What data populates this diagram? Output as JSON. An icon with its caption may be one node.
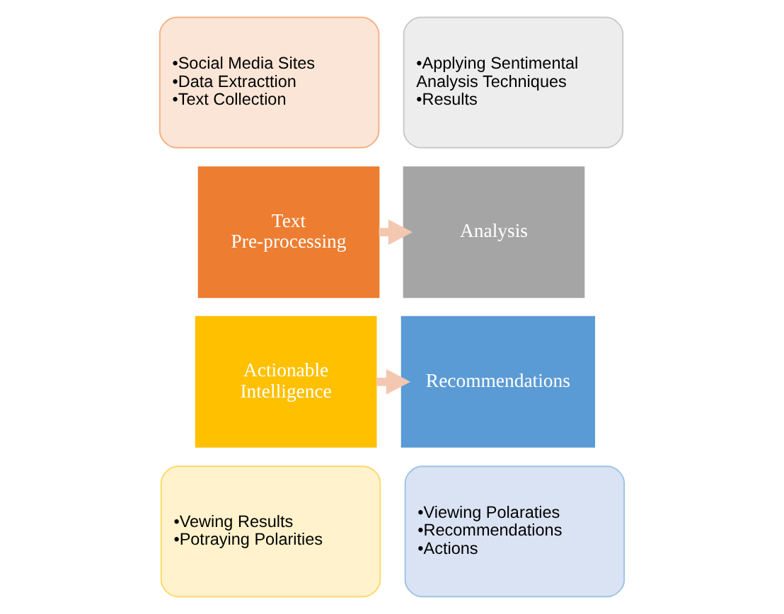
{
  "diagram": {
    "nodes": [
      {
        "text": [
          "•Social Media Sites",
          "•Data Extracttion",
          "•Text Collection"
        ]
      },
      {
        "text": [
          "•Applying Sentimental Analysis Techniques",
          "•Results"
        ]
      },
      {
        "text": [
          "Text Pre-processing"
        ]
      },
      {
        "text": [
          "Analysis"
        ]
      },
      {
        "text": [
          "Recommendations"
        ]
      },
      {
        "text": [
          "Actionable Intelligence"
        ]
      },
      {
        "text": [
          "•Viewing Polaraties",
          "•Recommendations",
          "•Actions"
        ]
      },
      {
        "text": [
          "•Vewing Results",
          "•Potraying Polarities"
        ]
      }
    ],
    "edges": [
      {
        "from": 2,
        "to": 3,
        "arrow": "to"
      },
      {
        "from": 5,
        "to": 4,
        "arrow": "to"
      }
    ]
  }
}
